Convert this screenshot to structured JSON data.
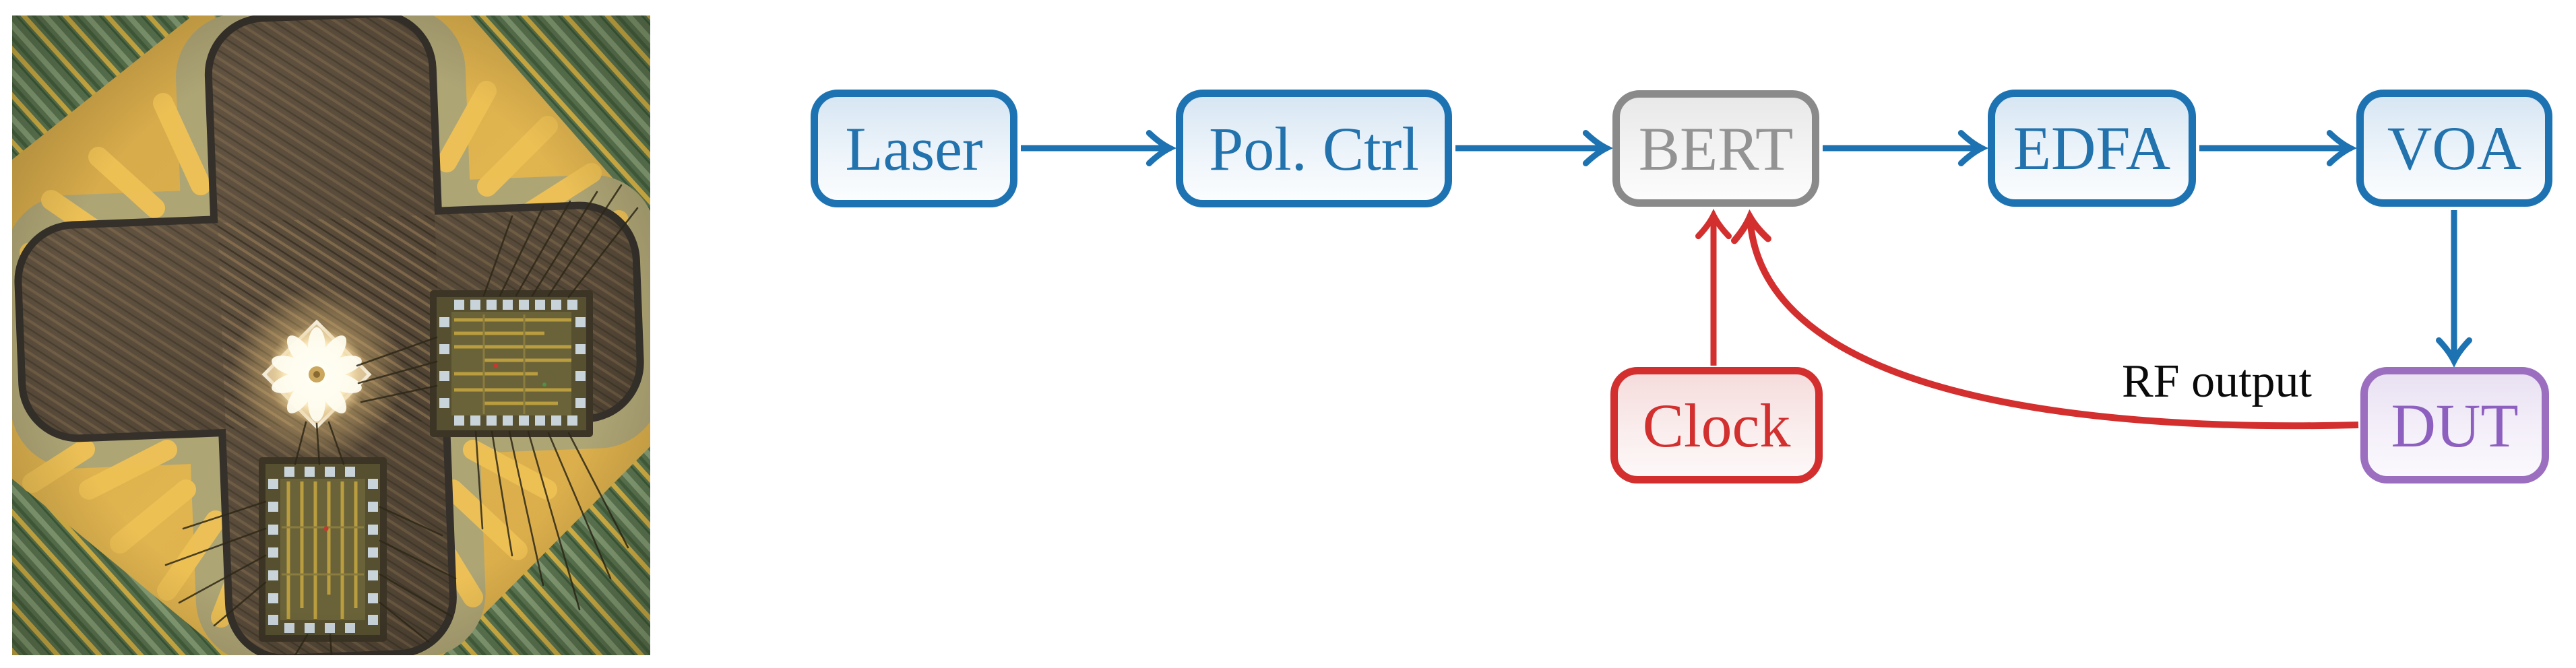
{
  "diagram": {
    "nodes": [
      {
        "id": "laser",
        "label": "Laser",
        "accent": "#1d72b2"
      },
      {
        "id": "pol_ctrl",
        "label": "Pol. Ctrl",
        "accent": "#1d72b2"
      },
      {
        "id": "bert",
        "label": "BERT",
        "accent": "#8a8a8a"
      },
      {
        "id": "edfa",
        "label": "EDFA",
        "accent": "#1d72b2"
      },
      {
        "id": "voa",
        "label": "VOA",
        "accent": "#1d72b2"
      },
      {
        "id": "clock",
        "label": "Clock",
        "accent": "#d32f2f"
      },
      {
        "id": "dut",
        "label": "DUT",
        "accent": "#9c6ec0"
      }
    ],
    "edges": [
      {
        "from": "laser",
        "to": "pol_ctrl",
        "color": "#1d72b2"
      },
      {
        "from": "pol_ctrl",
        "to": "bert",
        "color": "#1d72b2"
      },
      {
        "from": "bert",
        "to": "edfa",
        "color": "#1d72b2"
      },
      {
        "from": "edfa",
        "to": "voa",
        "color": "#1d72b2"
      },
      {
        "from": "voa",
        "to": "dut",
        "color": "#1d72b2"
      },
      {
        "from": "clock",
        "to": "bert",
        "color": "#d32f2f"
      },
      {
        "from": "dut",
        "to": "bert",
        "color": "#d32f2f",
        "label": "RF output"
      }
    ],
    "rf_output_label": "RF output"
  }
}
